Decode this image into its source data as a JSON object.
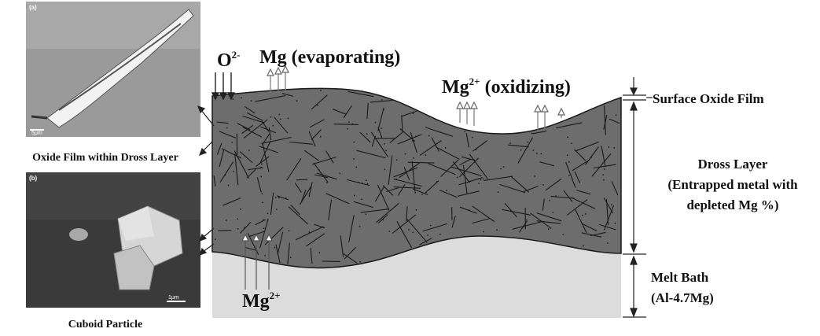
{
  "micrographs": [
    {
      "tag": "(a)",
      "caption": "Oxide Film within Dross Layer",
      "scale": "5μm"
    },
    {
      "tag": "(b)",
      "caption": "Cuboid Particle",
      "scale": "1μm"
    }
  ],
  "labels": {
    "o2_base": "O",
    "o2_sup": "2-",
    "mg_evap": "Mg (evaporating)",
    "mg_oxid_base": "Mg",
    "mg_oxid_sup": "2+",
    "mg_oxid_tail": "(oxidizing)",
    "mg_bottom_base": "Mg",
    "mg_bottom_sup": "2+"
  },
  "regions": {
    "surface": "Surface Oxide Film",
    "dross_1": "Dross Layer",
    "dross_2": "(Entrapped metal with",
    "dross_3": "depleted Mg %)",
    "melt_1": "Melt Bath",
    "melt_2": "(Al-4.7Mg)"
  },
  "colors": {
    "dross": "#6d6d6d",
    "melt": "#dcdcdc",
    "outline": "#1a1a1a"
  }
}
